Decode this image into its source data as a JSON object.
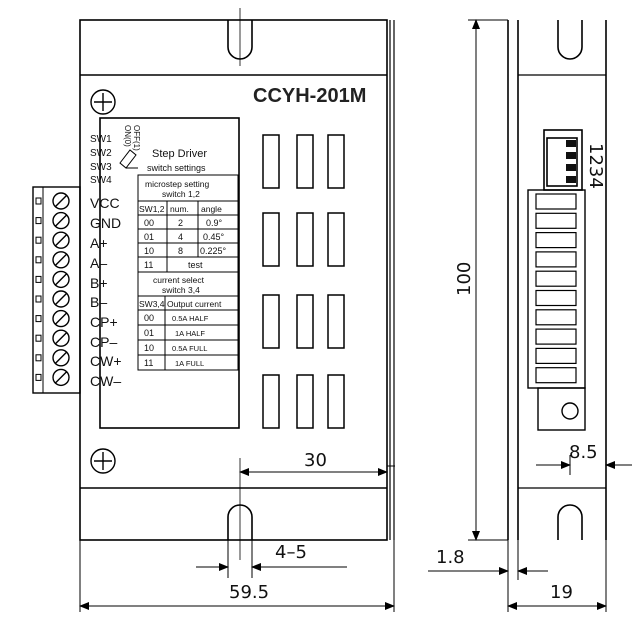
{
  "model": "CCYH-201M",
  "switches": [
    "SW1",
    "SW2",
    "SW3",
    "SW4"
  ],
  "switch_state_labels": [
    "OFF(1)",
    "ON(0)"
  ],
  "panel": {
    "title": "Step Driver",
    "subtitle": "switch settings",
    "micro_header": [
      "microstep setting",
      "switch 1,2"
    ],
    "micro_cols": [
      "SW1,2",
      "num.",
      "angle"
    ],
    "micro_rows": [
      [
        "00",
        "2",
        "0.9°"
      ],
      [
        "01",
        "4",
        "0.45°"
      ],
      [
        "10",
        "8",
        "0.225°"
      ]
    ],
    "test_row": [
      "11",
      "test"
    ],
    "current_header": [
      "current select",
      "switch 3,4"
    ],
    "current_cols": [
      "SW3,4",
      "Output current"
    ],
    "current_rows": [
      [
        "00",
        "0.5A HALF"
      ],
      [
        "01",
        "1A HALF"
      ],
      [
        "10",
        "0.5A FULL"
      ],
      [
        "11",
        "1A FULL"
      ]
    ]
  },
  "terminals": [
    "VCC",
    "GND",
    "A+",
    "A–",
    "B+",
    "B–",
    "CP+",
    "CP–",
    "CW+",
    "CW–"
  ],
  "side_switch_label": "1234",
  "dimensions": {
    "width": "59.5",
    "slot_offset": "4–5",
    "hole_span": "30",
    "height": "100",
    "depth": "19",
    "flange": "1.8",
    "side_offset": "8.5"
  }
}
